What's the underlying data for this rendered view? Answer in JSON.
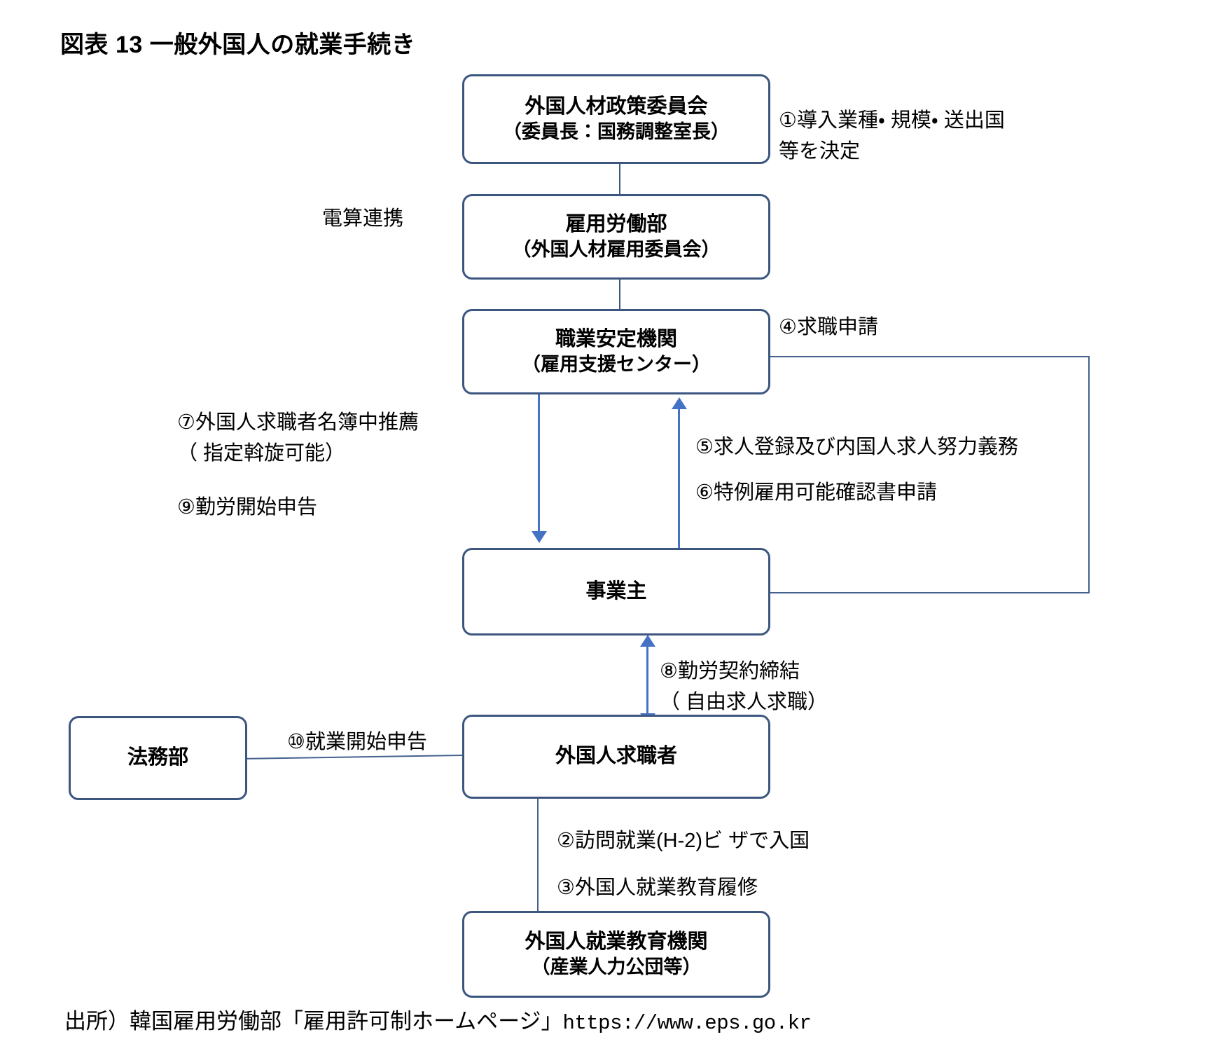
{
  "figure": {
    "title": "図表 13 一般外国人の就業手続き",
    "source_prefix": "出所）韓国雇用労働部「雇用許可制ホームページ」",
    "source_url": "https://www.eps.go.kr"
  },
  "colors": {
    "box_border": "#3c5680",
    "connector": "#44618e",
    "arrow": "#4472c4",
    "text": "#000000",
    "background": "#ffffff"
  },
  "nodes": {
    "policy_committee": {
      "line1": "外国人材政策委員会",
      "line2": "（委員長：国務調整室長）"
    },
    "labor_ministry": {
      "line1": "雇用労働部",
      "line2": "（外国人材雇用委員会）"
    },
    "employment_agency": {
      "line1": "職業安定機関",
      "line2": "（雇用支援センター）"
    },
    "employer": {
      "line1": "事業主"
    },
    "justice_ministry": {
      "line1": "法務部"
    },
    "foreign_jobseeker": {
      "line1": "外国人求職者"
    },
    "education_institution": {
      "line1": "外国人就業教育機関",
      "line2": "（産業人力公団等）"
    }
  },
  "labels": {
    "step1_line1": "①導入業種・ 規模・ 送出国",
    "step1_line2": "等を決定",
    "computer_link": "電算連携",
    "step4": "④求職申請",
    "step7_line1": "⑦外国人求職者名簿中推薦",
    "step7_line2": "（ 指定斡旋可能）",
    "step9": "⑨勤労開始申告",
    "step5": "⑤求人登録及び内国人求人努力義務",
    "step6": "⑥特例雇用可能確認書申請",
    "step8_line1": "⑧勤労契約締結",
    "step8_line2": "（ 自由求人求職）",
    "step10": "⑩就業開始申告",
    "step2": "②訪問就業(H-2)ビ ザで入国",
    "step3": "③外国人就業教育履修"
  },
  "chart_data": {
    "type": "flowchart",
    "title": "図表 13 一般外国人の就業手続き",
    "nodes": [
      {
        "id": "policy_committee",
        "label": "外国人材政策委員会（委員長：国務調整室長）"
      },
      {
        "id": "labor_ministry",
        "label": "雇用労働部（外国人材雇用委員会）"
      },
      {
        "id": "employment_agency",
        "label": "職業安定機関（雇用支援センター）"
      },
      {
        "id": "employer",
        "label": "事業主"
      },
      {
        "id": "justice_ministry",
        "label": "法務部"
      },
      {
        "id": "foreign_jobseeker",
        "label": "外国人求職者"
      },
      {
        "id": "education_institution",
        "label": "外国人就業教育機関（産業人力公団等）"
      }
    ],
    "edges": [
      {
        "from": "policy_committee",
        "to": "labor_ministry",
        "label": "①導入業種・規模・送出国等を決定"
      },
      {
        "from": "labor_ministry",
        "to": "employment_agency",
        "label": "電算連携"
      },
      {
        "from": "employer",
        "to": "employment_agency",
        "label": "④求職申請"
      },
      {
        "from": "employer",
        "to": "employment_agency",
        "label": "⑤求人登録及び内国人求人努力義務"
      },
      {
        "from": "employer",
        "to": "employment_agency",
        "label": "⑥特例雇用可能確認書申請"
      },
      {
        "from": "employment_agency",
        "to": "employer",
        "label": "⑦外国人求職者名簿中推薦（指定斡旋可能）"
      },
      {
        "from": "employer",
        "to": "foreign_jobseeker",
        "label": "⑧勤労契約締結（自由求人求職）"
      },
      {
        "from": "employment_agency",
        "to": "employer",
        "label": "⑨勤労開始申告"
      },
      {
        "from": "justice_ministry",
        "to": "foreign_jobseeker",
        "label": "⑩就業開始申告"
      },
      {
        "from": "foreign_jobseeker",
        "to": "education_institution",
        "label": "②訪問就業(H-2)ビザで入国"
      },
      {
        "from": "foreign_jobseeker",
        "to": "education_institution",
        "label": "③外国人就業教育履修"
      }
    ]
  }
}
